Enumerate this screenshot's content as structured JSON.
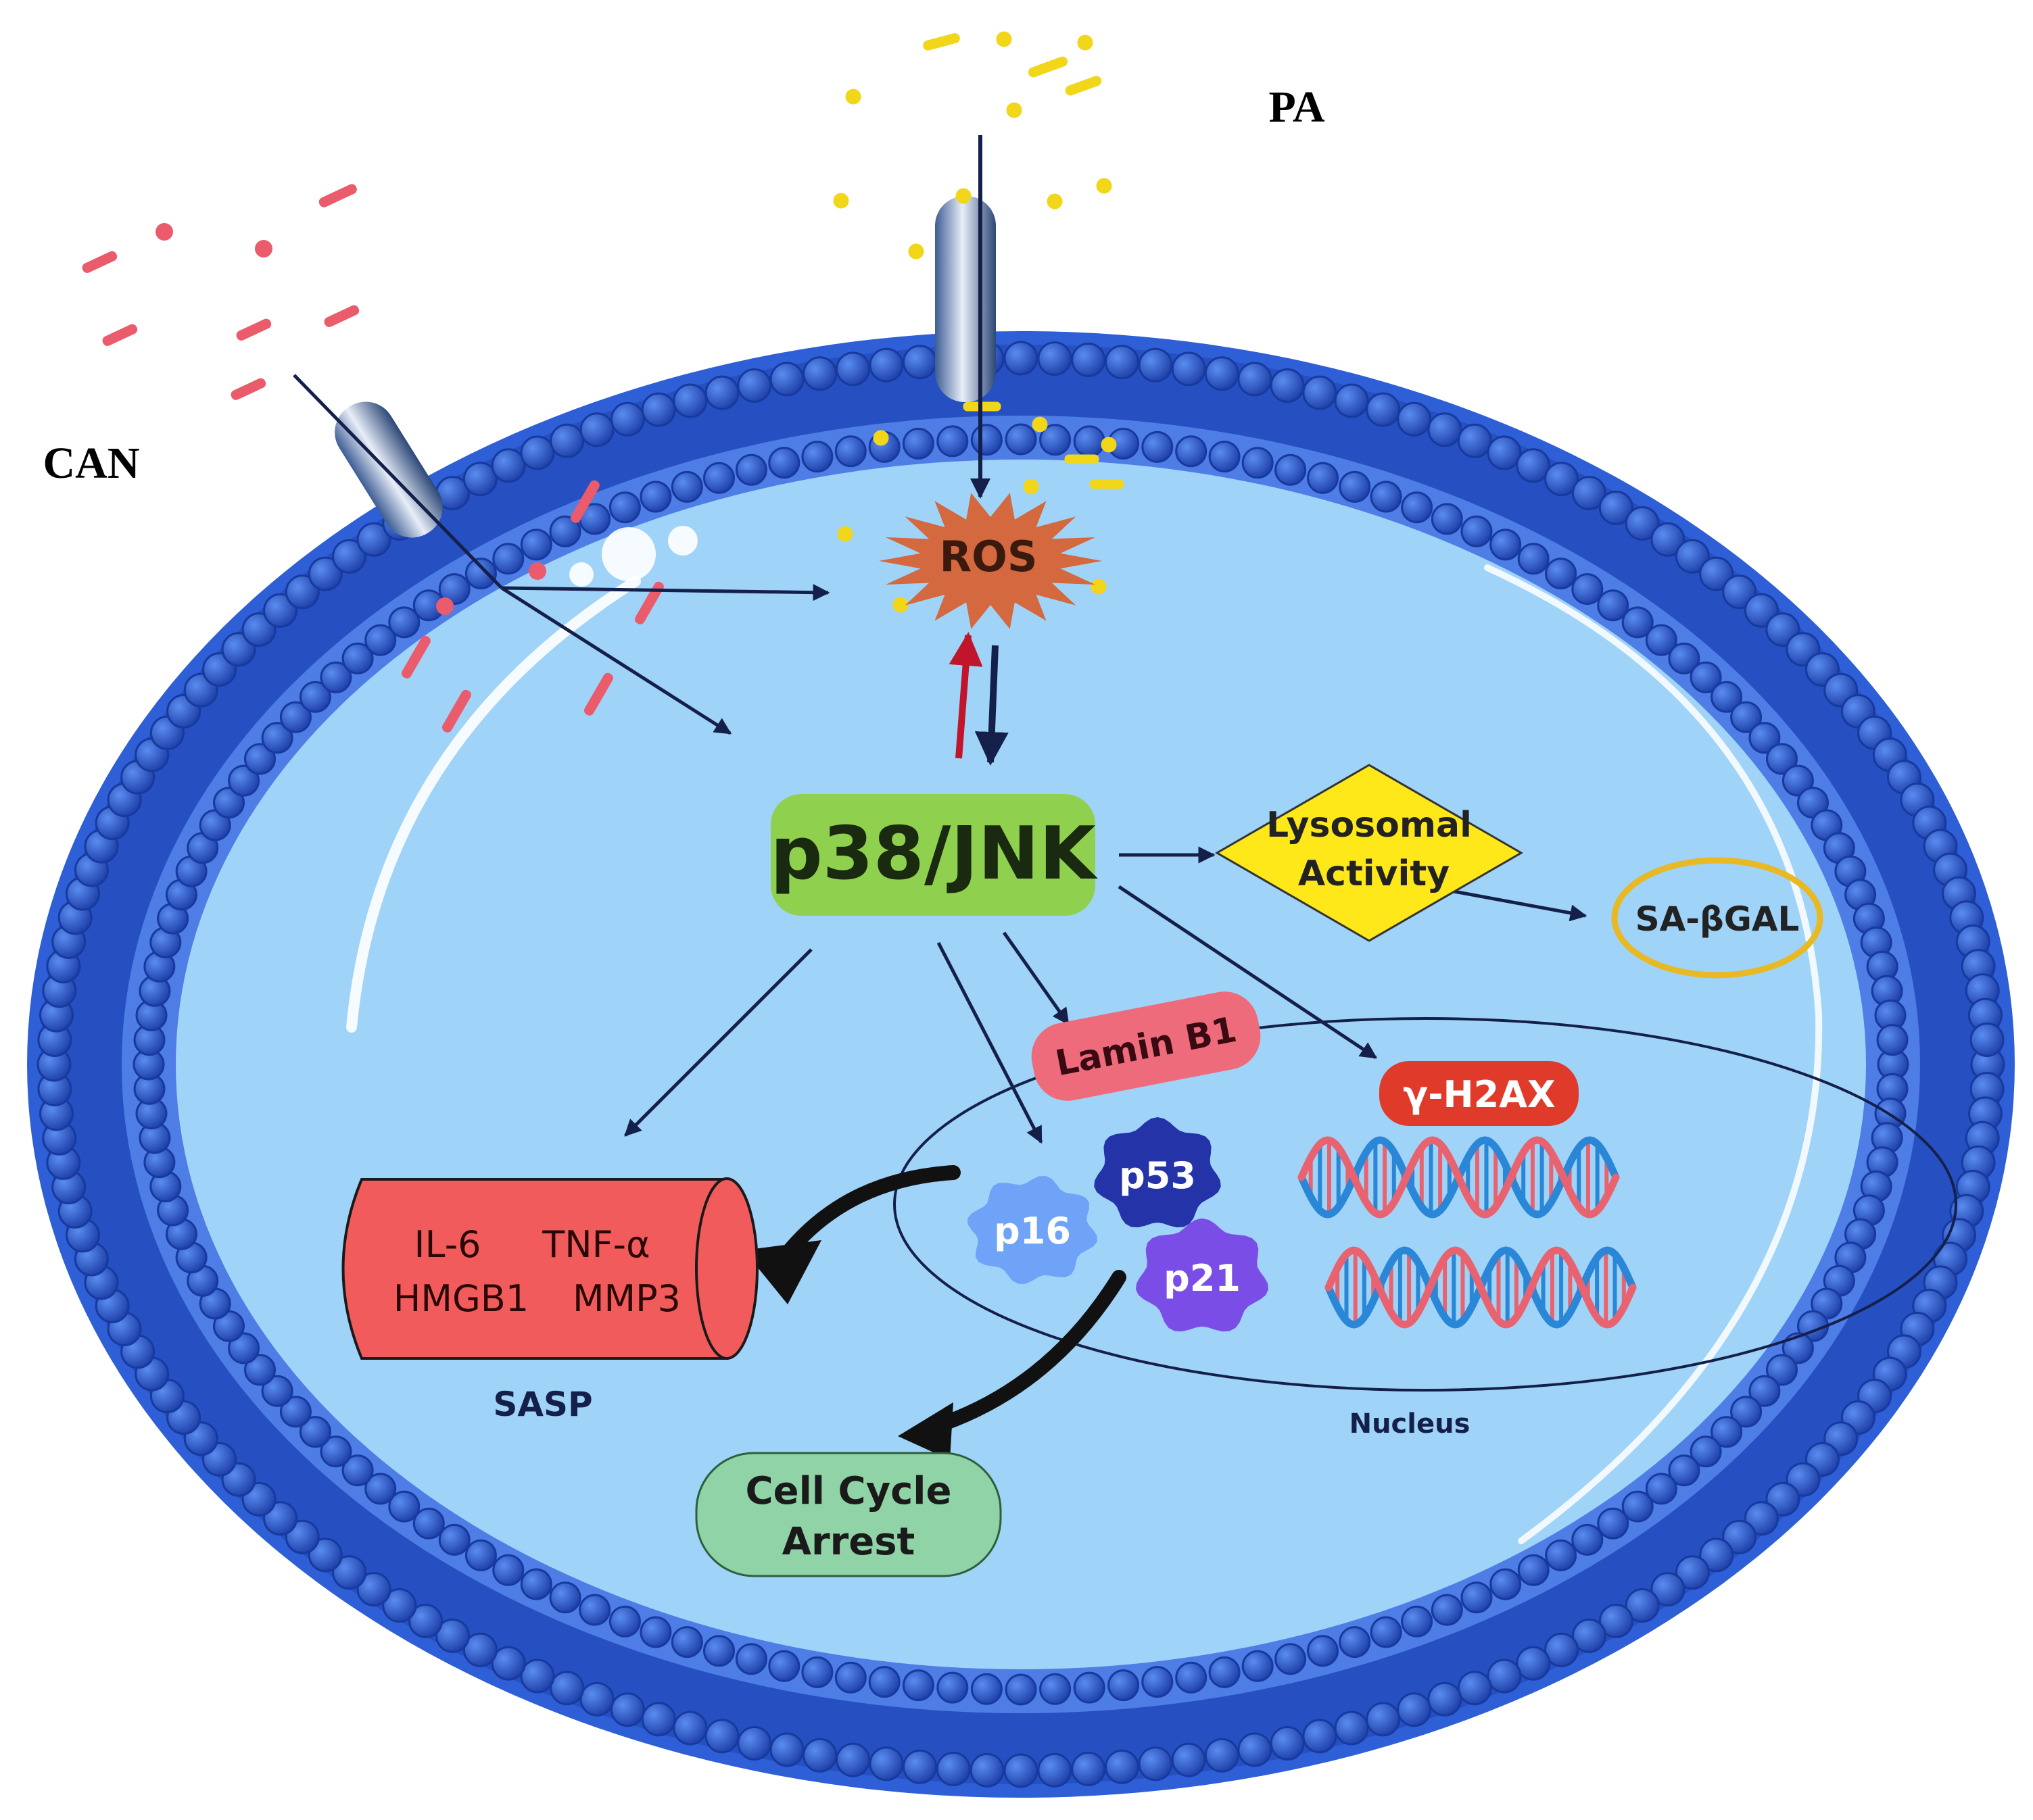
{
  "inputs": {
    "pa": "PA",
    "can": "CAN"
  },
  "nodes": {
    "ros": "ROS",
    "p38_jnk": "p38/JNK",
    "lysosomal_line1": "Lysosomal",
    "lysosomal_line2": "Activity",
    "sa_bgal": "SA-βGAL",
    "lamin_b1": "Lamin B1",
    "gamma_h2ax": "γ-H2AX",
    "p53": "p53",
    "p16": "p16",
    "p21": "p21",
    "nucleus": "Nucleus",
    "cell_cycle_line1": "Cell Cycle",
    "cell_cycle_line2": "Arrest"
  },
  "sasp": {
    "label": "SASP",
    "factors": [
      "IL-6",
      "TNF-α",
      "HMGB1",
      "MMP3"
    ]
  },
  "colors": {
    "cytoplasm": "#9fd3f7",
    "membrane": "#2f5fd6",
    "membrane_dark": "#1d3fa8",
    "ros_burst": "#d4683e",
    "p38_box": "#8fd14f",
    "lysosome_diamond": "#ffe81a",
    "sa_bgal_ring": "#e8b923",
    "lamin_pill": "#ee6b7c",
    "h2ax_pill": "#e03a2a",
    "sasp_cylinder": "#f25b5b",
    "cell_cycle_box": "#8fd3a6",
    "p53_blob": "#2434a8",
    "p16_blob": "#6ea3f7",
    "p21_blob": "#7a4de6",
    "arrow_dark": "#15204a",
    "arrow_red": "#c0152b",
    "pa_particles": "#f2d61a",
    "can_particles": "#ea5b6b"
  }
}
